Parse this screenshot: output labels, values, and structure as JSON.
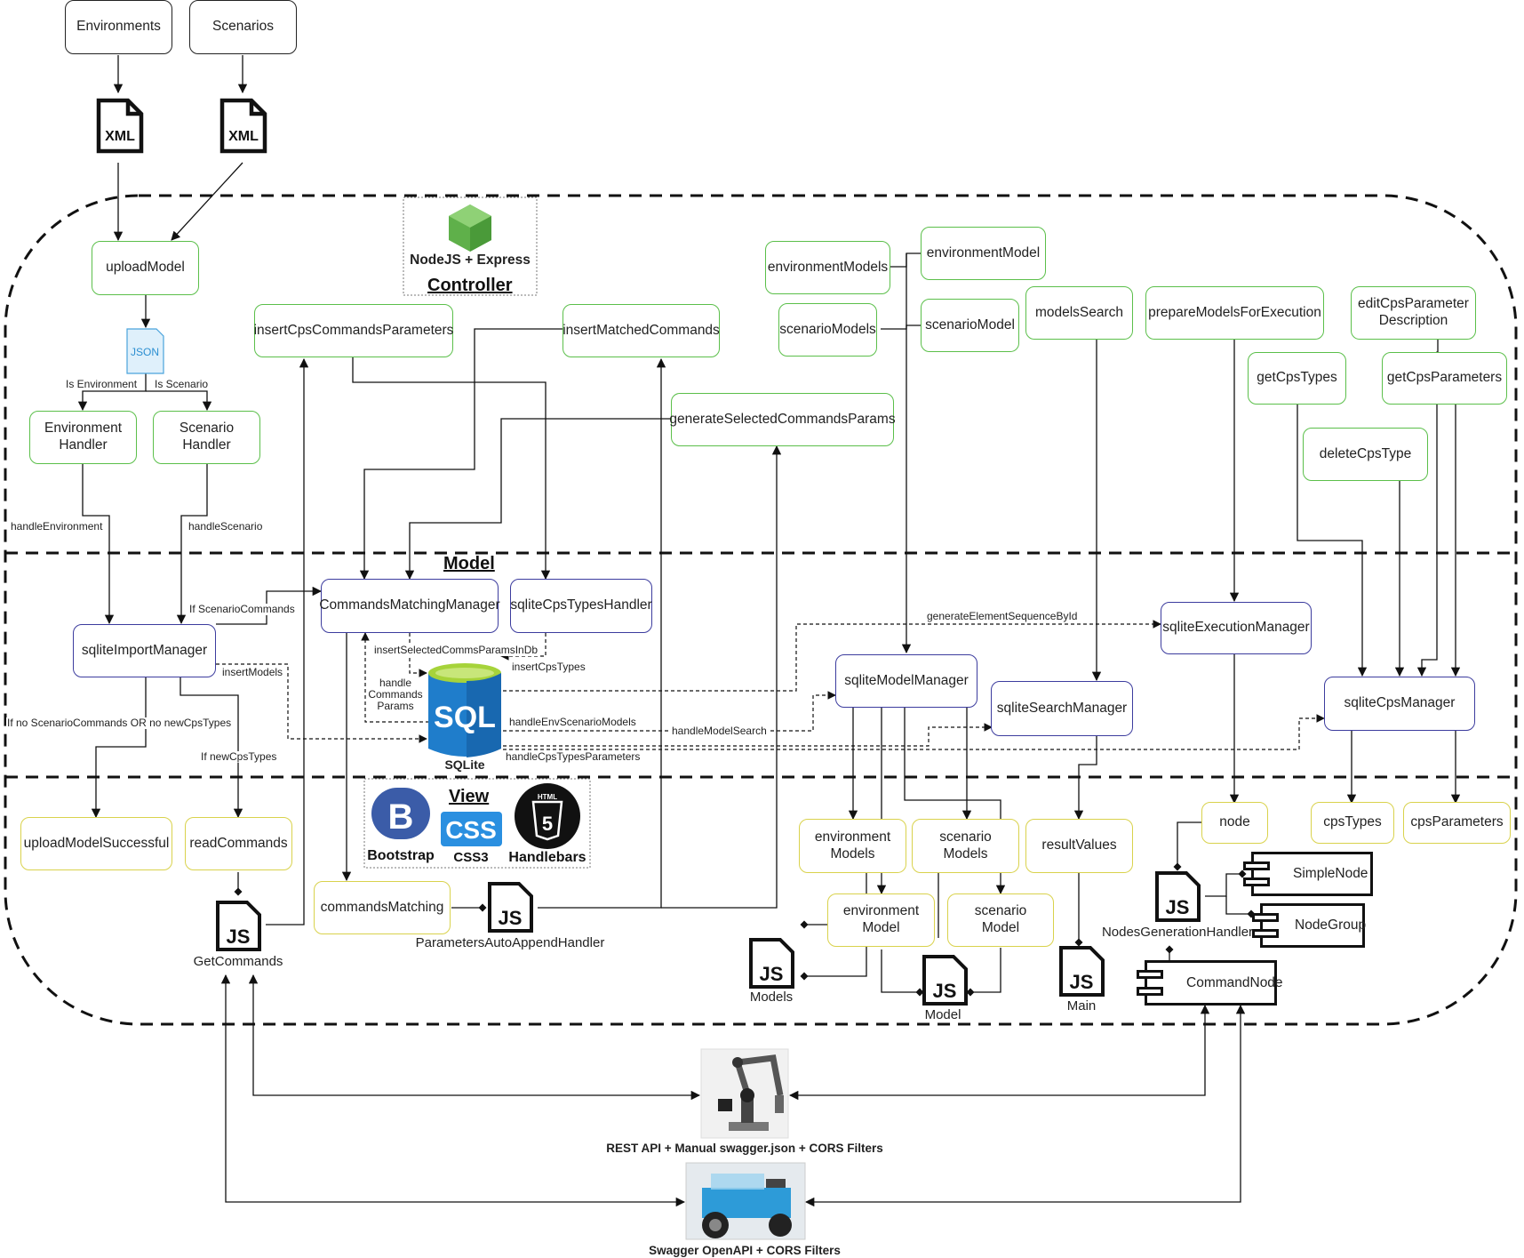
{
  "titles": {
    "controller": "Controller",
    "model": "Model",
    "view": "View"
  },
  "nodes": [
    {
      "id": "environments",
      "label": "Environments",
      "kind": "black"
    },
    {
      "id": "scenarios",
      "label": "Scenarios",
      "kind": "black"
    },
    {
      "id": "uploadModel",
      "label": "uploadModel",
      "kind": "green"
    },
    {
      "id": "envHandler",
      "label": "Environment\nHandler",
      "kind": "green"
    },
    {
      "id": "scenHandler",
      "label": "Scenario\nHandler",
      "kind": "green"
    },
    {
      "id": "insertCpsCommandsParameters",
      "label": "insertCpsCommandsParameters",
      "kind": "green"
    },
    {
      "id": "insertMatchedCommands",
      "label": "insertMatchedCommands",
      "kind": "green"
    },
    {
      "id": "generateSelectedCommandsParams",
      "label": "generateSelectedCommandsParams",
      "kind": "green"
    },
    {
      "id": "environmentModels",
      "label": "environmentModels",
      "kind": "green"
    },
    {
      "id": "environmentModel",
      "label": "environmentModel",
      "kind": "green"
    },
    {
      "id": "scenarioModels",
      "label": "scenarioModels",
      "kind": "green"
    },
    {
      "id": "scenarioModel",
      "label": "scenarioModel",
      "kind": "green"
    },
    {
      "id": "modelsSearch",
      "label": "modelsSearch",
      "kind": "green"
    },
    {
      "id": "prepareModelsForExecution",
      "label": "prepareModelsForExecution",
      "kind": "green"
    },
    {
      "id": "editCpsParameterDescription",
      "label": "editCpsParameter\nDescription",
      "kind": "green"
    },
    {
      "id": "getCpsTypes",
      "label": "getCpsTypes",
      "kind": "green"
    },
    {
      "id": "getCpsParameters",
      "label": "getCpsParameters",
      "kind": "green"
    },
    {
      "id": "deleteCpsType",
      "label": "deleteCpsType",
      "kind": "green"
    },
    {
      "id": "commandsMatchingManager",
      "label": "CommandsMatchingManager",
      "kind": "blue"
    },
    {
      "id": "sqliteCpsTypesHandler",
      "label": "sqliteCpsTypesHandler",
      "kind": "blue"
    },
    {
      "id": "sqliteImportManager",
      "label": "sqliteImportManager",
      "kind": "blue"
    },
    {
      "id": "sqliteExecutionManager",
      "label": "sqliteExecutionManager",
      "kind": "blue"
    },
    {
      "id": "sqliteModelManager",
      "label": "sqliteModelManager",
      "kind": "blue"
    },
    {
      "id": "sqliteSearchManager",
      "label": "sqliteSearchManager",
      "kind": "blue"
    },
    {
      "id": "sqliteCpsManager",
      "label": "sqliteCpsManager",
      "kind": "blue"
    },
    {
      "id": "uploadModelSuccessful",
      "label": "uploadModelSuccessful",
      "kind": "yellow"
    },
    {
      "id": "readCommands",
      "label": "readCommands",
      "kind": "yellow"
    },
    {
      "id": "commandsMatching",
      "label": "commandsMatching",
      "kind": "yellow"
    },
    {
      "id": "environmentModelsView",
      "label": "environment\nModels",
      "kind": "yellow"
    },
    {
      "id": "scenarioModelsView",
      "label": "scenario\nModels",
      "kind": "yellow"
    },
    {
      "id": "environmentModelView",
      "label": "environment\nModel",
      "kind": "yellow"
    },
    {
      "id": "scenarioModelView",
      "label": "scenario\nModel",
      "kind": "yellow"
    },
    {
      "id": "resultValues",
      "label": "resultValues",
      "kind": "yellow"
    },
    {
      "id": "nodeView",
      "label": "node",
      "kind": "yellow"
    },
    {
      "id": "cpsTypes",
      "label": "cpsTypes",
      "kind": "yellow"
    },
    {
      "id": "cpsParameters",
      "label": "cpsParameters",
      "kind": "yellow"
    }
  ],
  "edge_labels": [
    {
      "id": "isEnvironment",
      "label": "Is Environment"
    },
    {
      "id": "isScenario",
      "label": "Is Scenario"
    },
    {
      "id": "handleEnvironment",
      "label": "handleEnvironment"
    },
    {
      "id": "handleScenario",
      "label": "handleScenario"
    },
    {
      "id": "ifScenarioCommands",
      "label": "If ScenarioCommands"
    },
    {
      "id": "insertModels",
      "label": "insertModels"
    },
    {
      "id": "ifNoScenarioCommands",
      "label": "If no ScenarioCommands OR no newCpsTypes"
    },
    {
      "id": "ifNewCpsTypes",
      "label": "If newCpsTypes"
    },
    {
      "id": "insertSelectedCommsParamsInDb",
      "label": "insertSelectedCommsParamsInDb"
    },
    {
      "id": "insertCpsTypes",
      "label": "insertCpsTypes"
    },
    {
      "id": "handleCommandsParams",
      "label": "handle\nCommands\nParams"
    },
    {
      "id": "handleEnvScenarioModels",
      "label": "handleEnvScenarioModels"
    },
    {
      "id": "handleModelSearch",
      "label": "handleModelSearch"
    },
    {
      "id": "handleCpsTypesParameters",
      "label": "handleCpsTypesParameters"
    },
    {
      "id": "generateElementSequenceById",
      "label": "generateElementSequenceById"
    }
  ],
  "js_files": [
    {
      "id": "getCommandsJs",
      "label": "GetCommands"
    },
    {
      "id": "parametersAutoAppendHandlerJs",
      "label": "ParametersAutoAppendHandler"
    },
    {
      "id": "modelsJs",
      "label": "Models"
    },
    {
      "id": "modelJs",
      "label": "Model"
    },
    {
      "id": "mainJs",
      "label": "Main"
    },
    {
      "id": "nodesGenerationHandlerJs",
      "label": "NodesGenerationHandler"
    }
  ],
  "components": [
    {
      "id": "simpleNode",
      "label": "SimpleNode"
    },
    {
      "id": "nodeGroup",
      "label": "NodeGroup"
    },
    {
      "id": "commandNode",
      "label": "CommandNode"
    }
  ],
  "tech_labels": {
    "nodejs": "NodeJS + Express",
    "sqlite": "SQLite",
    "sql_logo": "SQL",
    "json_icon": "JSON",
    "xml_icon": "XML",
    "bootstrap": "Bootstrap",
    "bootstrap_logo": "B",
    "css3": "CSS3",
    "css_logo": "CSS",
    "handlebars": "Handlebars",
    "html_logo": "HTML",
    "html5_digit": "5",
    "js_glyph": "JS"
  },
  "bottom": {
    "rest_api": "REST API + Manual swagger.json + CORS Filters",
    "swagger": "Swagger OpenAPI + CORS Filters"
  },
  "colors": {
    "controller_border": "#5bbf4a",
    "model_border": "#3c3c9e",
    "view_border": "#d9d24c",
    "nodejs_green": "#5fb04a",
    "sql_blue": "#1f7dcb",
    "sql_lid": "#a6d33a",
    "bootstrap_blue": "#3b5ca8",
    "css_blue": "#2a8fe0"
  }
}
